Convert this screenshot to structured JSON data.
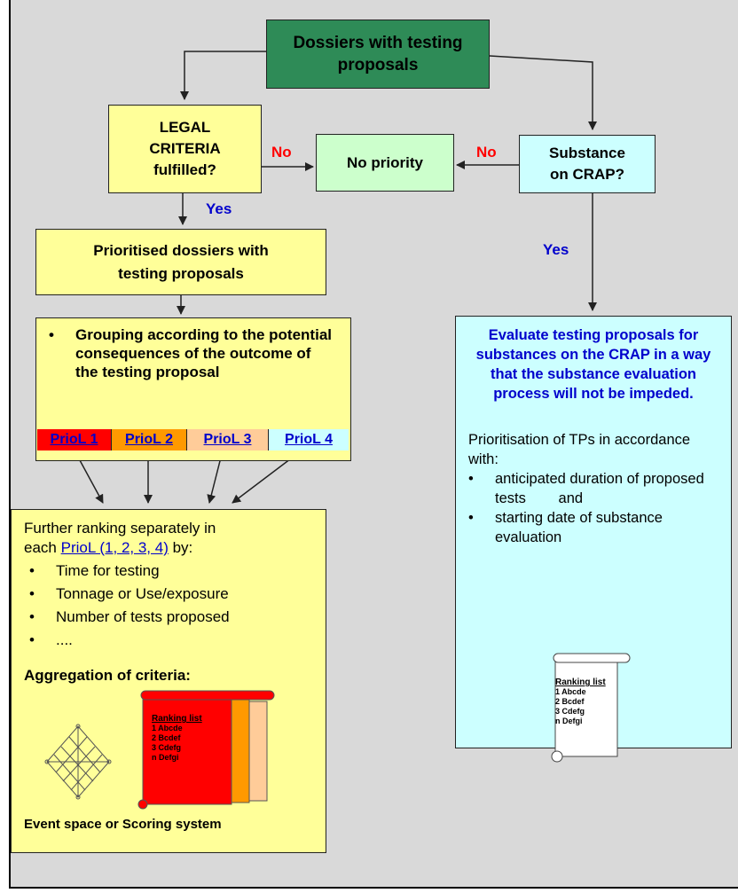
{
  "nodes": {
    "dossiers": "Dossiers with testing proposals",
    "legal": "LEGAL CRITERIA fulfilled?",
    "no_priority": "No priority",
    "substance": "Substance on CRAP?",
    "prioritised": "Prioritised dossiers with testing proposals",
    "grouping": "Grouping according to the potential consequences of the outcome of the testing proposal",
    "evaluate": "Evaluate testing proposals for substances on the CRAP in a way that the substance evaluation process will not be impeded."
  },
  "edge_labels": {
    "no_left": "No",
    "no_right": "No",
    "yes_left": "Yes",
    "yes_right": "Yes"
  },
  "prio_levels": [
    "PrioL 1",
    "PrioL 2",
    "PrioL 3",
    "PrioL 4"
  ],
  "prio_colors": [
    "#ff0000",
    "#ff9900",
    "#ffcc99",
    "#ccffff"
  ],
  "ranking": {
    "intro_1": "Further ranking separately in",
    "intro_2": "each",
    "intro_link": "PrioL (1, 2, 3, 4)",
    "intro_3": " by:",
    "items": [
      "Time for testing",
      "Tonnage or Use/exposure",
      "Number of tests proposed",
      "...."
    ],
    "aggregation": "Aggregation of criteria:",
    "caption": "Event space or Scoring system"
  },
  "right_panel": {
    "prioritisation": "Prioritisation of TPs in accordance with:",
    "items": [
      "anticipated duration of proposed tests        and",
      "starting date of substance evaluation"
    ]
  },
  "ranking_list": {
    "title": "Ranking list",
    "lines": [
      "1 Abcde",
      "2 Bcdef",
      "3 Cdefg",
      "n Defgi"
    ]
  },
  "colors": {
    "dark_green": "#2e8b57",
    "yellow": "#ffff99",
    "cyan": "#ccffff",
    "red": "#ff0000",
    "blue": "#0000cc"
  }
}
